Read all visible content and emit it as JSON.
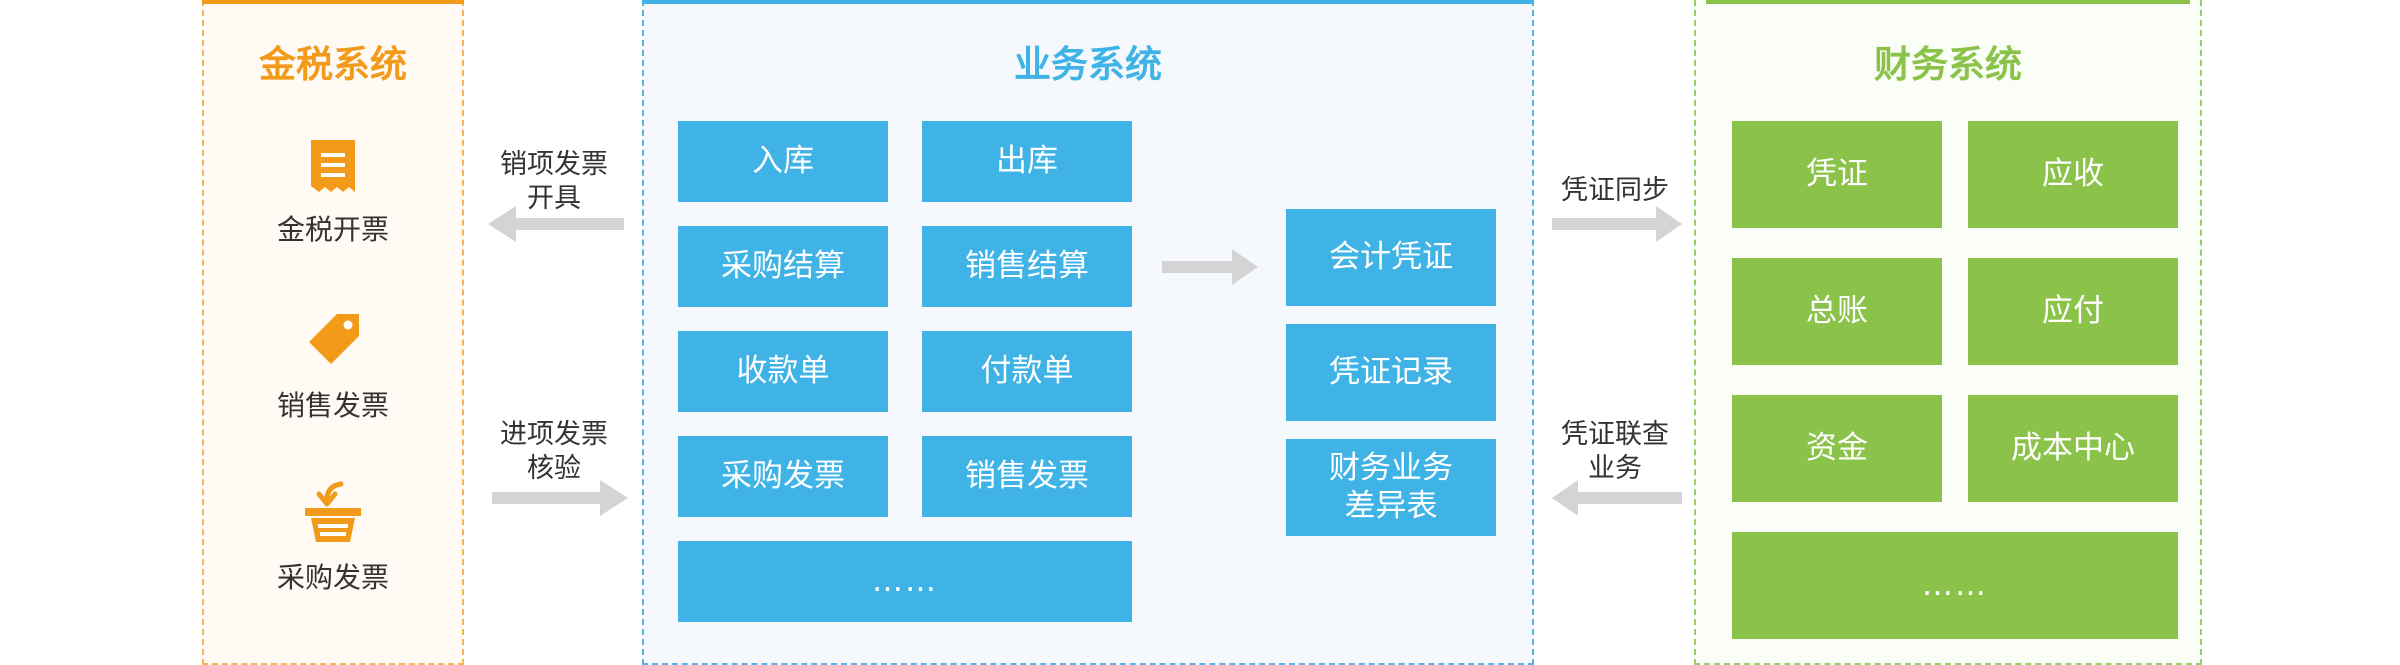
{
  "tax_panel": {
    "title": "金税系统",
    "items": [
      {
        "label": "金税开票",
        "icon": "receipt-icon"
      },
      {
        "label": "销售发票",
        "icon": "price-tag-icon"
      },
      {
        "label": "采购发票",
        "icon": "basket-icon"
      }
    ]
  },
  "business_panel": {
    "title": "业务系统",
    "left_grid": [
      "入库",
      "出库",
      "采购结算",
      "销售结算",
      "收款单",
      "付款单",
      "采购发票",
      "销售发票"
    ],
    "more": "……",
    "right_column": [
      "会计凭证",
      "凭证记录",
      "财务业务\n差异表"
    ]
  },
  "finance_panel": {
    "title": "财务系统",
    "grid": [
      "凭证",
      "应收",
      "总账",
      "应付",
      "资金",
      "成本中心"
    ],
    "more": "……"
  },
  "flows": {
    "sales_invoice_issue": "销项发票\n开具",
    "input_invoice_verify": "进项发票\n核验",
    "voucher_sync": "凭证同步",
    "voucher_link_query": "凭证联查\n业务"
  },
  "colors": {
    "tax_accent": "#f29a1a",
    "business_accent": "#3fb3e6",
    "finance_accent": "#8bc34a",
    "arrow": "#d4d4d4"
  }
}
